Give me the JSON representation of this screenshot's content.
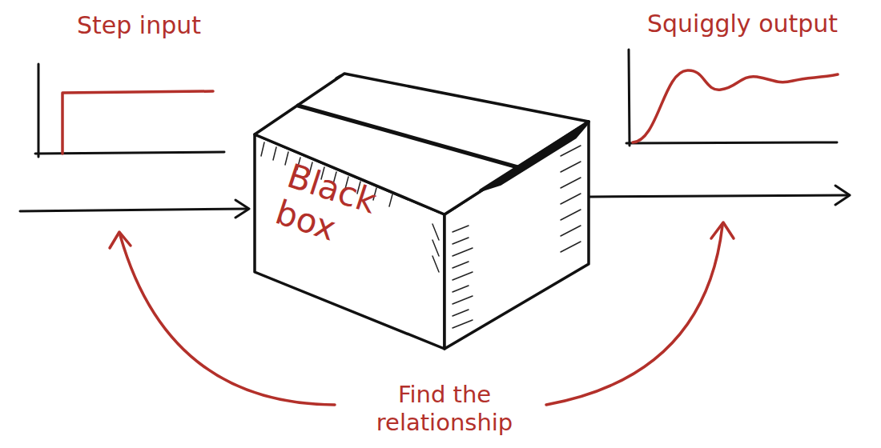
{
  "diagram": {
    "nodes": [
      {
        "text": [
          "Black box"
        ]
      }
    ],
    "labels": [
      "Step input",
      "Squiggly output",
      "Find the relationship"
    ]
  }
}
